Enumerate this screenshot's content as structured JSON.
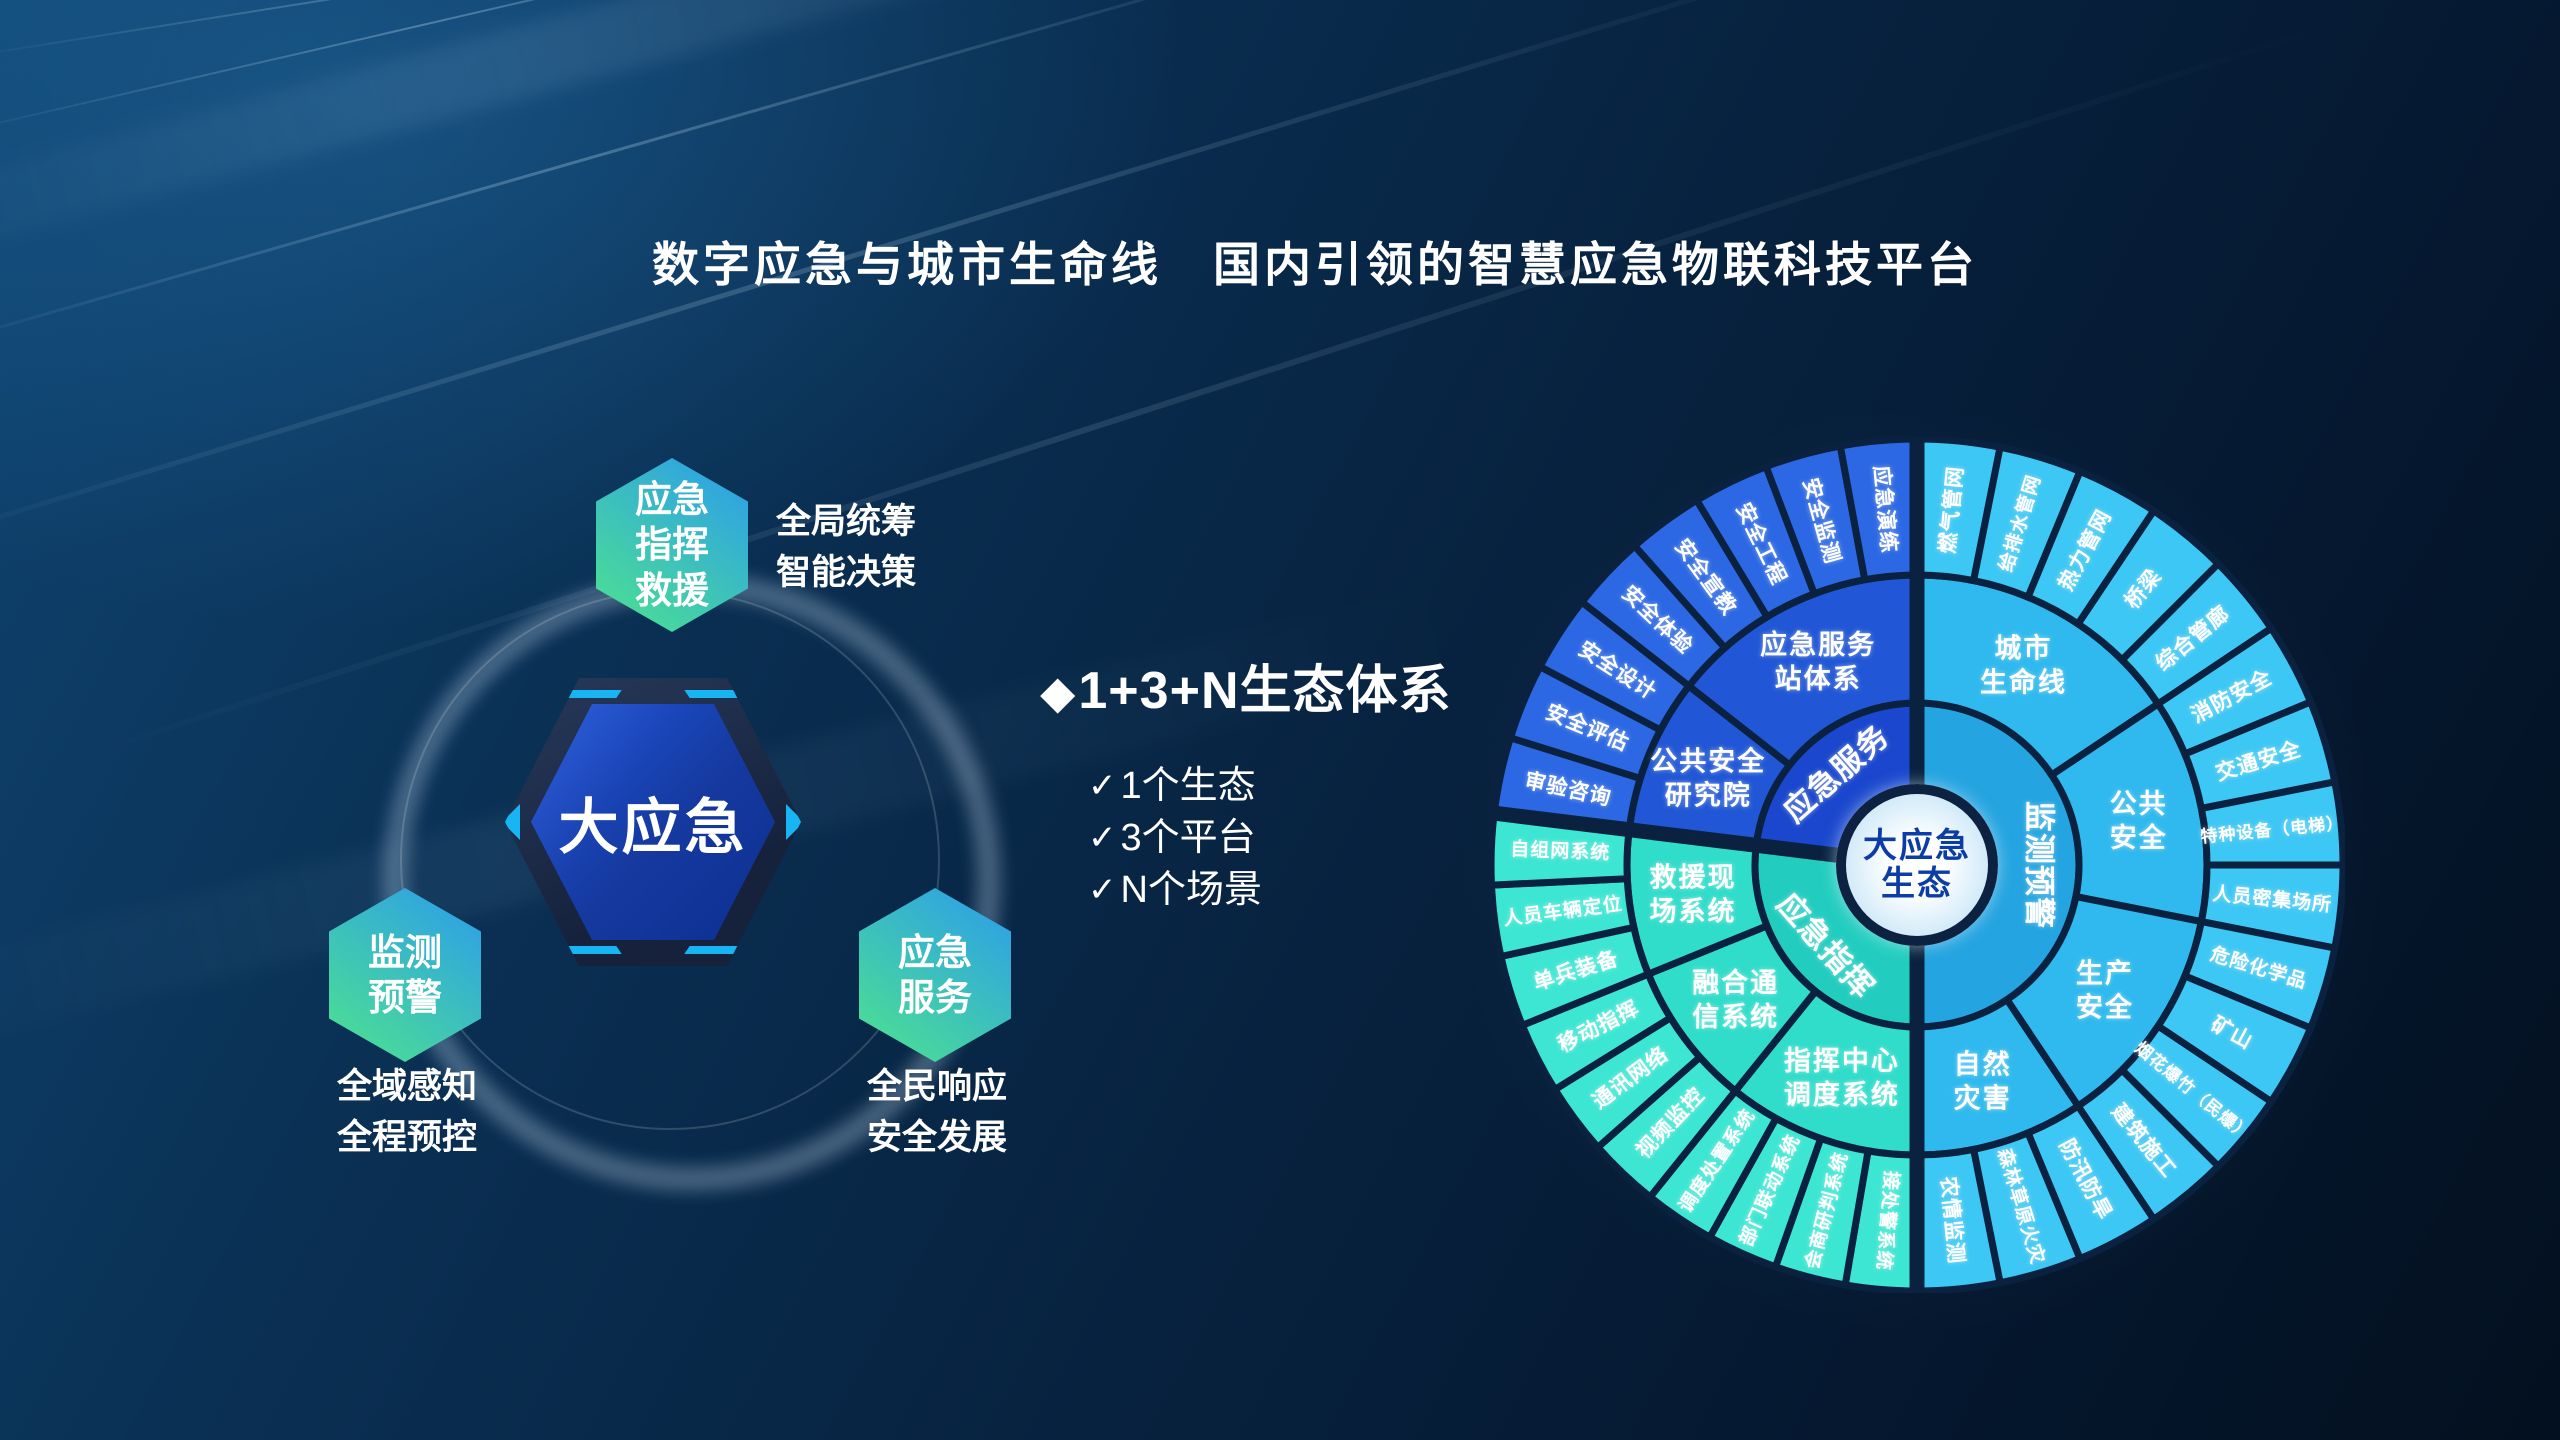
{
  "title": "数字应急与城市生命线　国内引领的智慧应急物联科技平台",
  "colors": {
    "background_top": "#0f4572",
    "background_bottom": "#03101f",
    "hex_gradient_start": "#4ce092",
    "hex_gradient_end": "#2d9fe8",
    "center_hex_blue": "#15399f",
    "accent_cyan": "#18b5f4",
    "text_white": "#ffffff"
  },
  "hex_diagram": {
    "center": "大应急",
    "nodes": [
      {
        "label_lines": [
          "应急",
          "指挥",
          "救援"
        ],
        "side_lines": [
          "全局统筹",
          "智能决策"
        ]
      },
      {
        "label_lines": [
          "监测",
          "预警"
        ],
        "side_lines": [
          "全域感知",
          "全程预控"
        ]
      },
      {
        "label_lines": [
          "应急",
          "服务"
        ],
        "side_lines": [
          "全民响应",
          "安全发展"
        ]
      }
    ]
  },
  "ecosystem": {
    "bullet": "◆",
    "heading": "1+3+N生态体系",
    "check_glyph": "✓",
    "items": [
      "1个生态",
      "3个平台",
      "N个场景"
    ]
  },
  "wheel": {
    "center_label_lines": [
      "大应急",
      "生态"
    ],
    "gap_color": "#0a2240",
    "center_text_color": "#0c3ca6",
    "sectors": [
      {
        "name": "监测预警",
        "start": 0,
        "end": 180,
        "colors": {
          "ring1": "#24a4e0",
          "ring2": "#2fb9ee",
          "ring3": "#3dc7f4"
        },
        "groups": [
          {
            "label_lines": [
              "城市",
              "生命线"
            ],
            "segments": [
              "燃气管网",
              "给排水管网",
              "热力管网",
              "桥梁",
              "综合管廊"
            ]
          },
          {
            "label_lines": [
              "公共",
              "安全"
            ],
            "segments": [
              "消防安全",
              "交通安全",
              "特种设备（电梯）",
              "人员密集场所"
            ]
          },
          {
            "label_lines": [
              "生产",
              "安全"
            ],
            "segments": [
              "危险化学品",
              "矿山",
              "烟花爆竹（民爆）",
              "建筑施工"
            ]
          },
          {
            "label_lines": [
              "自然",
              "灾害"
            ],
            "segments": [
              "防汛防旱",
              "森林草原火灾",
              "农情监测"
            ]
          }
        ]
      },
      {
        "name": "应急指挥",
        "start": 180,
        "end": 277,
        "colors": {
          "ring1": "#22cdbf",
          "ring2": "#30dcca",
          "ring3": "#3ce6d2"
        },
        "groups": [
          {
            "label_lines": [
              "指挥中心",
              "调度系统"
            ],
            "segments": [
              "接处警系统",
              "会商研判系统",
              "部门联动系统",
              "调度处置系统"
            ]
          },
          {
            "label_lines": [
              "融合通",
              "信系统"
            ],
            "segments": [
              "视频监控",
              "通讯网络",
              "移动指挥"
            ]
          },
          {
            "label_lines": [
              "救援现",
              "场系统"
            ],
            "segments": [
              "单兵装备",
              "人员车辆定位",
              "自组网系统"
            ]
          }
        ]
      },
      {
        "name": "应急服务",
        "start": 277,
        "end": 360,
        "colors": {
          "ring1": "#1a47cd",
          "ring2": "#2157d6",
          "ring3": "#2c68e4"
        },
        "groups": [
          {
            "label_lines": [
              "公共安全",
              "研究院"
            ],
            "segments": [
              "审验咨询",
              "安全评估",
              "安全设计"
            ]
          },
          {
            "label_lines": [
              "应急服务",
              "站体系"
            ],
            "segments": [
              "安全体验",
              "安全宣教",
              "安全工程",
              "安全监测",
              "应急演练"
            ]
          }
        ]
      }
    ]
  }
}
